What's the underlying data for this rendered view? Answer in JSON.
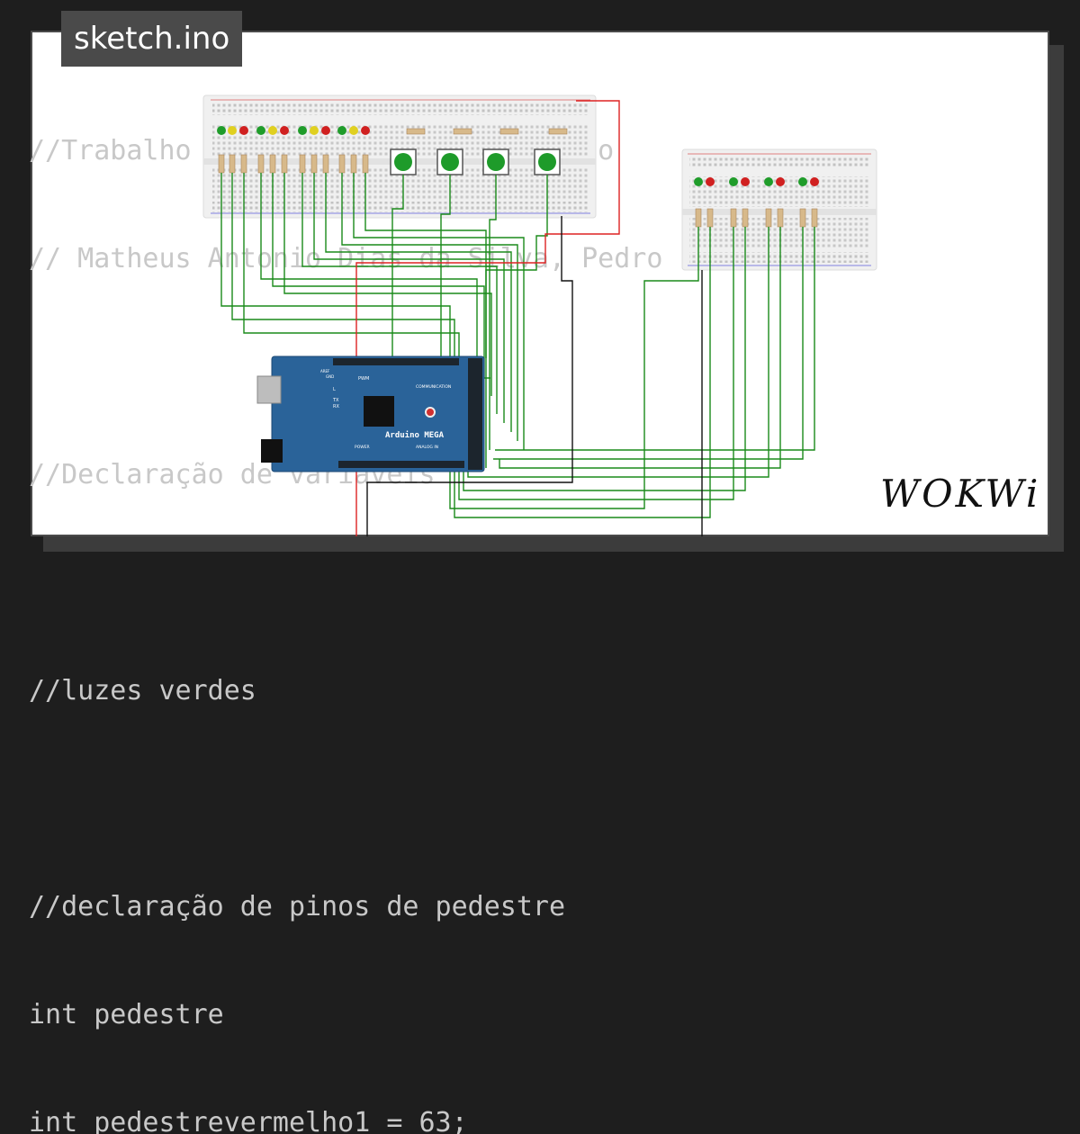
{
  "title": "sketch.ino",
  "brand": "WOKWi",
  "board_label": "Arduino MEGA",
  "board_pin_labels": {
    "pwm": "PWM",
    "communication": "COMMUNICATION",
    "power": "POWER",
    "analog_in": "ANALOG IN",
    "aref": "AREF",
    "gnd": "GND",
    "tx": "TX",
    "rx": "RX",
    "l": "L"
  },
  "code_lines": [
    "//Trabalho de 4 sinaleiras com botão",
    "// Matheus Antonio Dias da Silva, Pedro",
    "",
    "//Declaração de variáveis",
    "",
    "//luzes verdes",
    "",
    "//declaração de pinos de pedestre",
    "int pedestre",
    "int pedestrevermelho1 = 63;"
  ],
  "colors": {
    "board": "#2a6399",
    "wire_green": "#1a8a1a",
    "wire_red": "#dd2222",
    "wire_black": "#111111",
    "button": "#1e9b2a",
    "led_red": "#d02020",
    "led_green": "#1f9c2a",
    "led_yellow": "#e0d020"
  },
  "icons": [
    "usb-port-icon",
    "power-jack-icon",
    "chip-icon",
    "reset-button-icon"
  ]
}
